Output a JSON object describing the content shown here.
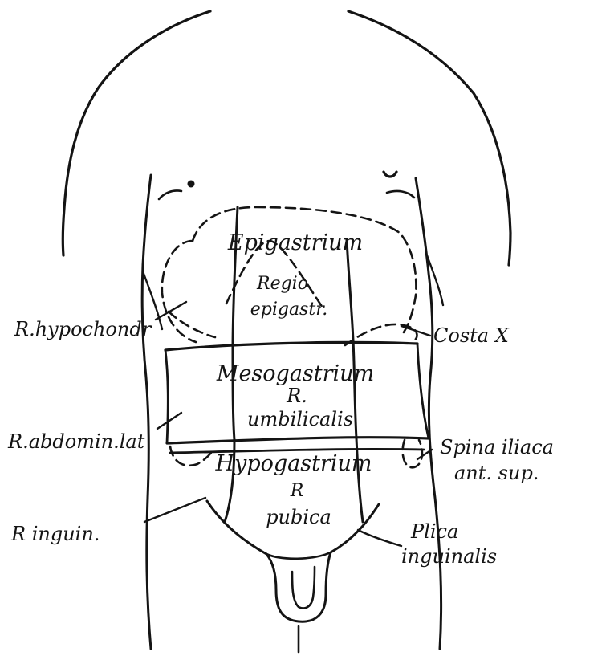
{
  "labels": {
    "epigastrium": "Epigastrium",
    "regio_epigastr_1": "Regio",
    "regio_epigastr_2": "epigastr.",
    "r_hypochondr": "R.hypochondr",
    "costa_x": "Costa X",
    "mesogastrium": "Mesogastrium",
    "r_umbilicalis_1": "R.",
    "r_umbilicalis_2": "umbilicalis",
    "r_abdomin_lat": "R.abdomin.lat",
    "spina_iliaca_1": "Spina iliaca",
    "spina_iliaca_2": "ant. sup.",
    "hypogastrium": "Hypogastrium",
    "r_pubica_1": "R",
    "r_pubica_2": "pubica",
    "r_inguin": "R inguin.",
    "plica_1": "Plica",
    "plica_2": "inguinalis"
  },
  "colors": {
    "ink": "#141414",
    "paper": "#ffffff"
  }
}
